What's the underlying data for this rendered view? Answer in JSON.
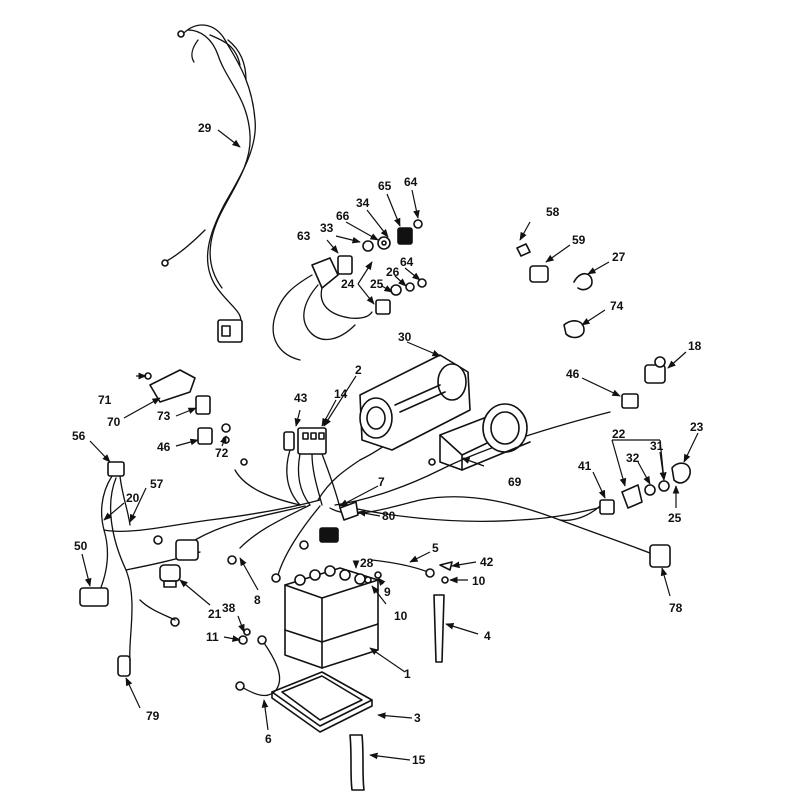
{
  "callouts": [
    {
      "id": "1",
      "label": "1"
    },
    {
      "id": "2",
      "label": "2"
    },
    {
      "id": "3",
      "label": "3"
    },
    {
      "id": "4",
      "label": "4"
    },
    {
      "id": "5",
      "label": "5"
    },
    {
      "id": "6",
      "label": "6"
    },
    {
      "id": "7",
      "label": "7"
    },
    {
      "id": "8",
      "label": "8"
    },
    {
      "id": "9",
      "label": "9"
    },
    {
      "id": "10a",
      "label": "10"
    },
    {
      "id": "10b",
      "label": "10"
    },
    {
      "id": "11",
      "label": "11"
    },
    {
      "id": "14",
      "label": "14"
    },
    {
      "id": "15",
      "label": "15"
    },
    {
      "id": "18",
      "label": "18"
    },
    {
      "id": "20",
      "label": "20"
    },
    {
      "id": "21",
      "label": "21"
    },
    {
      "id": "22",
      "label": "22"
    },
    {
      "id": "23",
      "label": "23"
    },
    {
      "id": "24",
      "label": "24"
    },
    {
      "id": "25a",
      "label": "25"
    },
    {
      "id": "25b",
      "label": "25"
    },
    {
      "id": "26",
      "label": "26"
    },
    {
      "id": "27",
      "label": "27"
    },
    {
      "id": "28",
      "label": "28"
    },
    {
      "id": "29",
      "label": "29"
    },
    {
      "id": "30",
      "label": "30"
    },
    {
      "id": "31",
      "label": "31"
    },
    {
      "id": "32",
      "label": "32"
    },
    {
      "id": "33",
      "label": "33"
    },
    {
      "id": "34",
      "label": "34"
    },
    {
      "id": "38",
      "label": "38"
    },
    {
      "id": "41",
      "label": "41"
    },
    {
      "id": "42",
      "label": "42"
    },
    {
      "id": "43",
      "label": "43"
    },
    {
      "id": "46a",
      "label": "46"
    },
    {
      "id": "46b",
      "label": "46"
    },
    {
      "id": "50",
      "label": "50"
    },
    {
      "id": "56",
      "label": "56"
    },
    {
      "id": "57",
      "label": "57"
    },
    {
      "id": "58",
      "label": "58"
    },
    {
      "id": "59",
      "label": "59"
    },
    {
      "id": "63",
      "label": "63"
    },
    {
      "id": "64a",
      "label": "64"
    },
    {
      "id": "64b",
      "label": "64"
    },
    {
      "id": "65",
      "label": "65"
    },
    {
      "id": "66",
      "label": "66"
    },
    {
      "id": "69",
      "label": "69"
    },
    {
      "id": "70",
      "label": "70"
    },
    {
      "id": "71",
      "label": "71"
    },
    {
      "id": "72",
      "label": "72"
    },
    {
      "id": "73",
      "label": "73"
    },
    {
      "id": "74",
      "label": "74"
    },
    {
      "id": "78",
      "label": "78"
    },
    {
      "id": "79",
      "label": "79"
    },
    {
      "id": "80",
      "label": "80"
    }
  ]
}
